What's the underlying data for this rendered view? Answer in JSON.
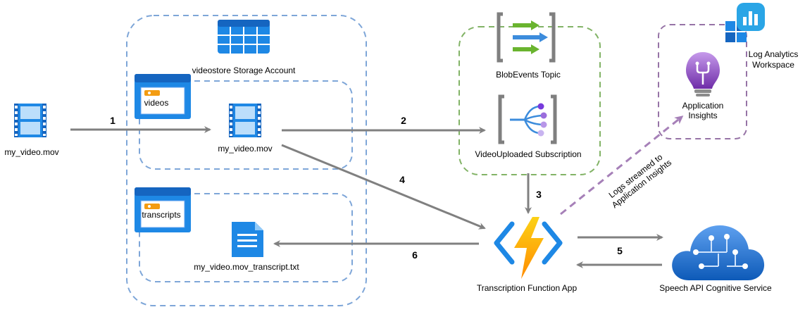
{
  "labels": {
    "source_file": "my_video.mov",
    "storage_account": "videostore Storage Account",
    "videos_container": "videos",
    "video_blob": "my_video.mov",
    "transcripts_container": "transcripts",
    "transcript_blob": "my_video.mov_transcript.txt",
    "blob_events_topic": "BlobEvents Topic",
    "video_uploaded_subscription": "VideoUploaded Subscription",
    "application_insights_line1": "Application",
    "application_insights_line2": "Insights",
    "log_analytics_line1": "Log Analytics",
    "log_analytics_line2": "Workspace",
    "function_app": "Transcription Function App",
    "speech_service": "Speech API Cognitive Service",
    "logs_line1": "Logs streamed to",
    "logs_line2": "Application Insights"
  },
  "steps": {
    "s1": "1",
    "s2": "2",
    "s3": "3",
    "s4": "4",
    "s5": "5",
    "s6": "6"
  },
  "icons": {
    "video_file": "film-strip-icon",
    "storage": "storage-table-icon",
    "container": "blob-container-icon",
    "document": "document-icon",
    "event_topic": "event-grid-topic-icon",
    "event_subscription": "event-grid-subscription-icon",
    "insights": "light-bulb-icon",
    "log_analytics": "log-analytics-icon",
    "function": "azure-function-icon",
    "cognitive": "cognitive-service-cloud-icon"
  },
  "colors": {
    "storage_group": "#7ea6d8",
    "event_group": "#82b366",
    "monitor_group": "#9673a6",
    "arrow": "#808080",
    "logs_arrow": "#a680b8",
    "azure_blue": "#1e88e5",
    "function_yellow": "#ffb900"
  }
}
